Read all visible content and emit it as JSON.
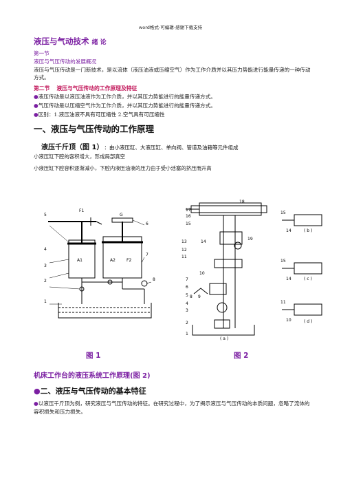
{
  "header": "word格式-可编辑-感谢下载支持",
  "title": {
    "main": "液压与气动技术",
    "sub": "绪 论"
  },
  "intro": {
    "section": "第一节",
    "heading": "液压与气压传动的发展概况",
    "para": "液压与气压传动是一门新技术，是以流体（液压油液或压缩空气）作为工作介质并以其压力势能进行能量传递的一种传动方式。"
  },
  "section2": {
    "label": "第二节",
    "title": "液压与气压传动的工作原理及特征"
  },
  "bullets": [
    "液压传动是以液压油液作为工作介质，并以其压力势能进行的能量传递方式。",
    "气压传动是以压缩空气作为工作介质，并以其压力势能进行的能量传递方式。",
    "区别：1.液压油液不具有可压缩性 2.空气具有可压缩性"
  ],
  "heading1": "一、液压与气压传动的工作原理",
  "jack": {
    "title": "液压千斤顶（图 1）",
    "rest": "：由小液压缸、大液压缸、单向阀、管道及油箱等元件组成"
  },
  "line1": "小液压缸下腔的容积增大，形成局部真空",
  "line2": "小液压缸下腔容积逐渐减小，下腔内液压油液的压力由于受小活塞的挤压而升高",
  "fig1_labels": {
    "n1": "1",
    "n2": "2",
    "n3": "3",
    "n4": "4",
    "n5": "5",
    "n6": "6",
    "n7": "7",
    "n8": "8",
    "F1": "F1",
    "G": "G",
    "A1": "A1",
    "A2": "A2",
    "F2": "F2"
  },
  "fig2_labels": [
    "1",
    "2",
    "3",
    "4",
    "5",
    "6",
    "7",
    "8",
    "9",
    "10",
    "11",
    "12",
    "13",
    "14",
    "15",
    "16",
    "17",
    "18",
    "19"
  ],
  "fig2_sub": {
    "a": "( a )",
    "b": "( b )",
    "c": "( c )",
    "d": "( d )"
  },
  "captions": {
    "fig1": "图 1",
    "fig2": "图 2"
  },
  "machine": "机床工作台的液压系统工作原理(图 2)",
  "heading2": "二、液压与气压传动的基本特征",
  "last_para": "以液压千斤顶为例，研究液压与气压传动的特征。在研究过程中，为了揭示液压与气压传动的本质问题，忽略了流体的容积损失和压力损失。"
}
